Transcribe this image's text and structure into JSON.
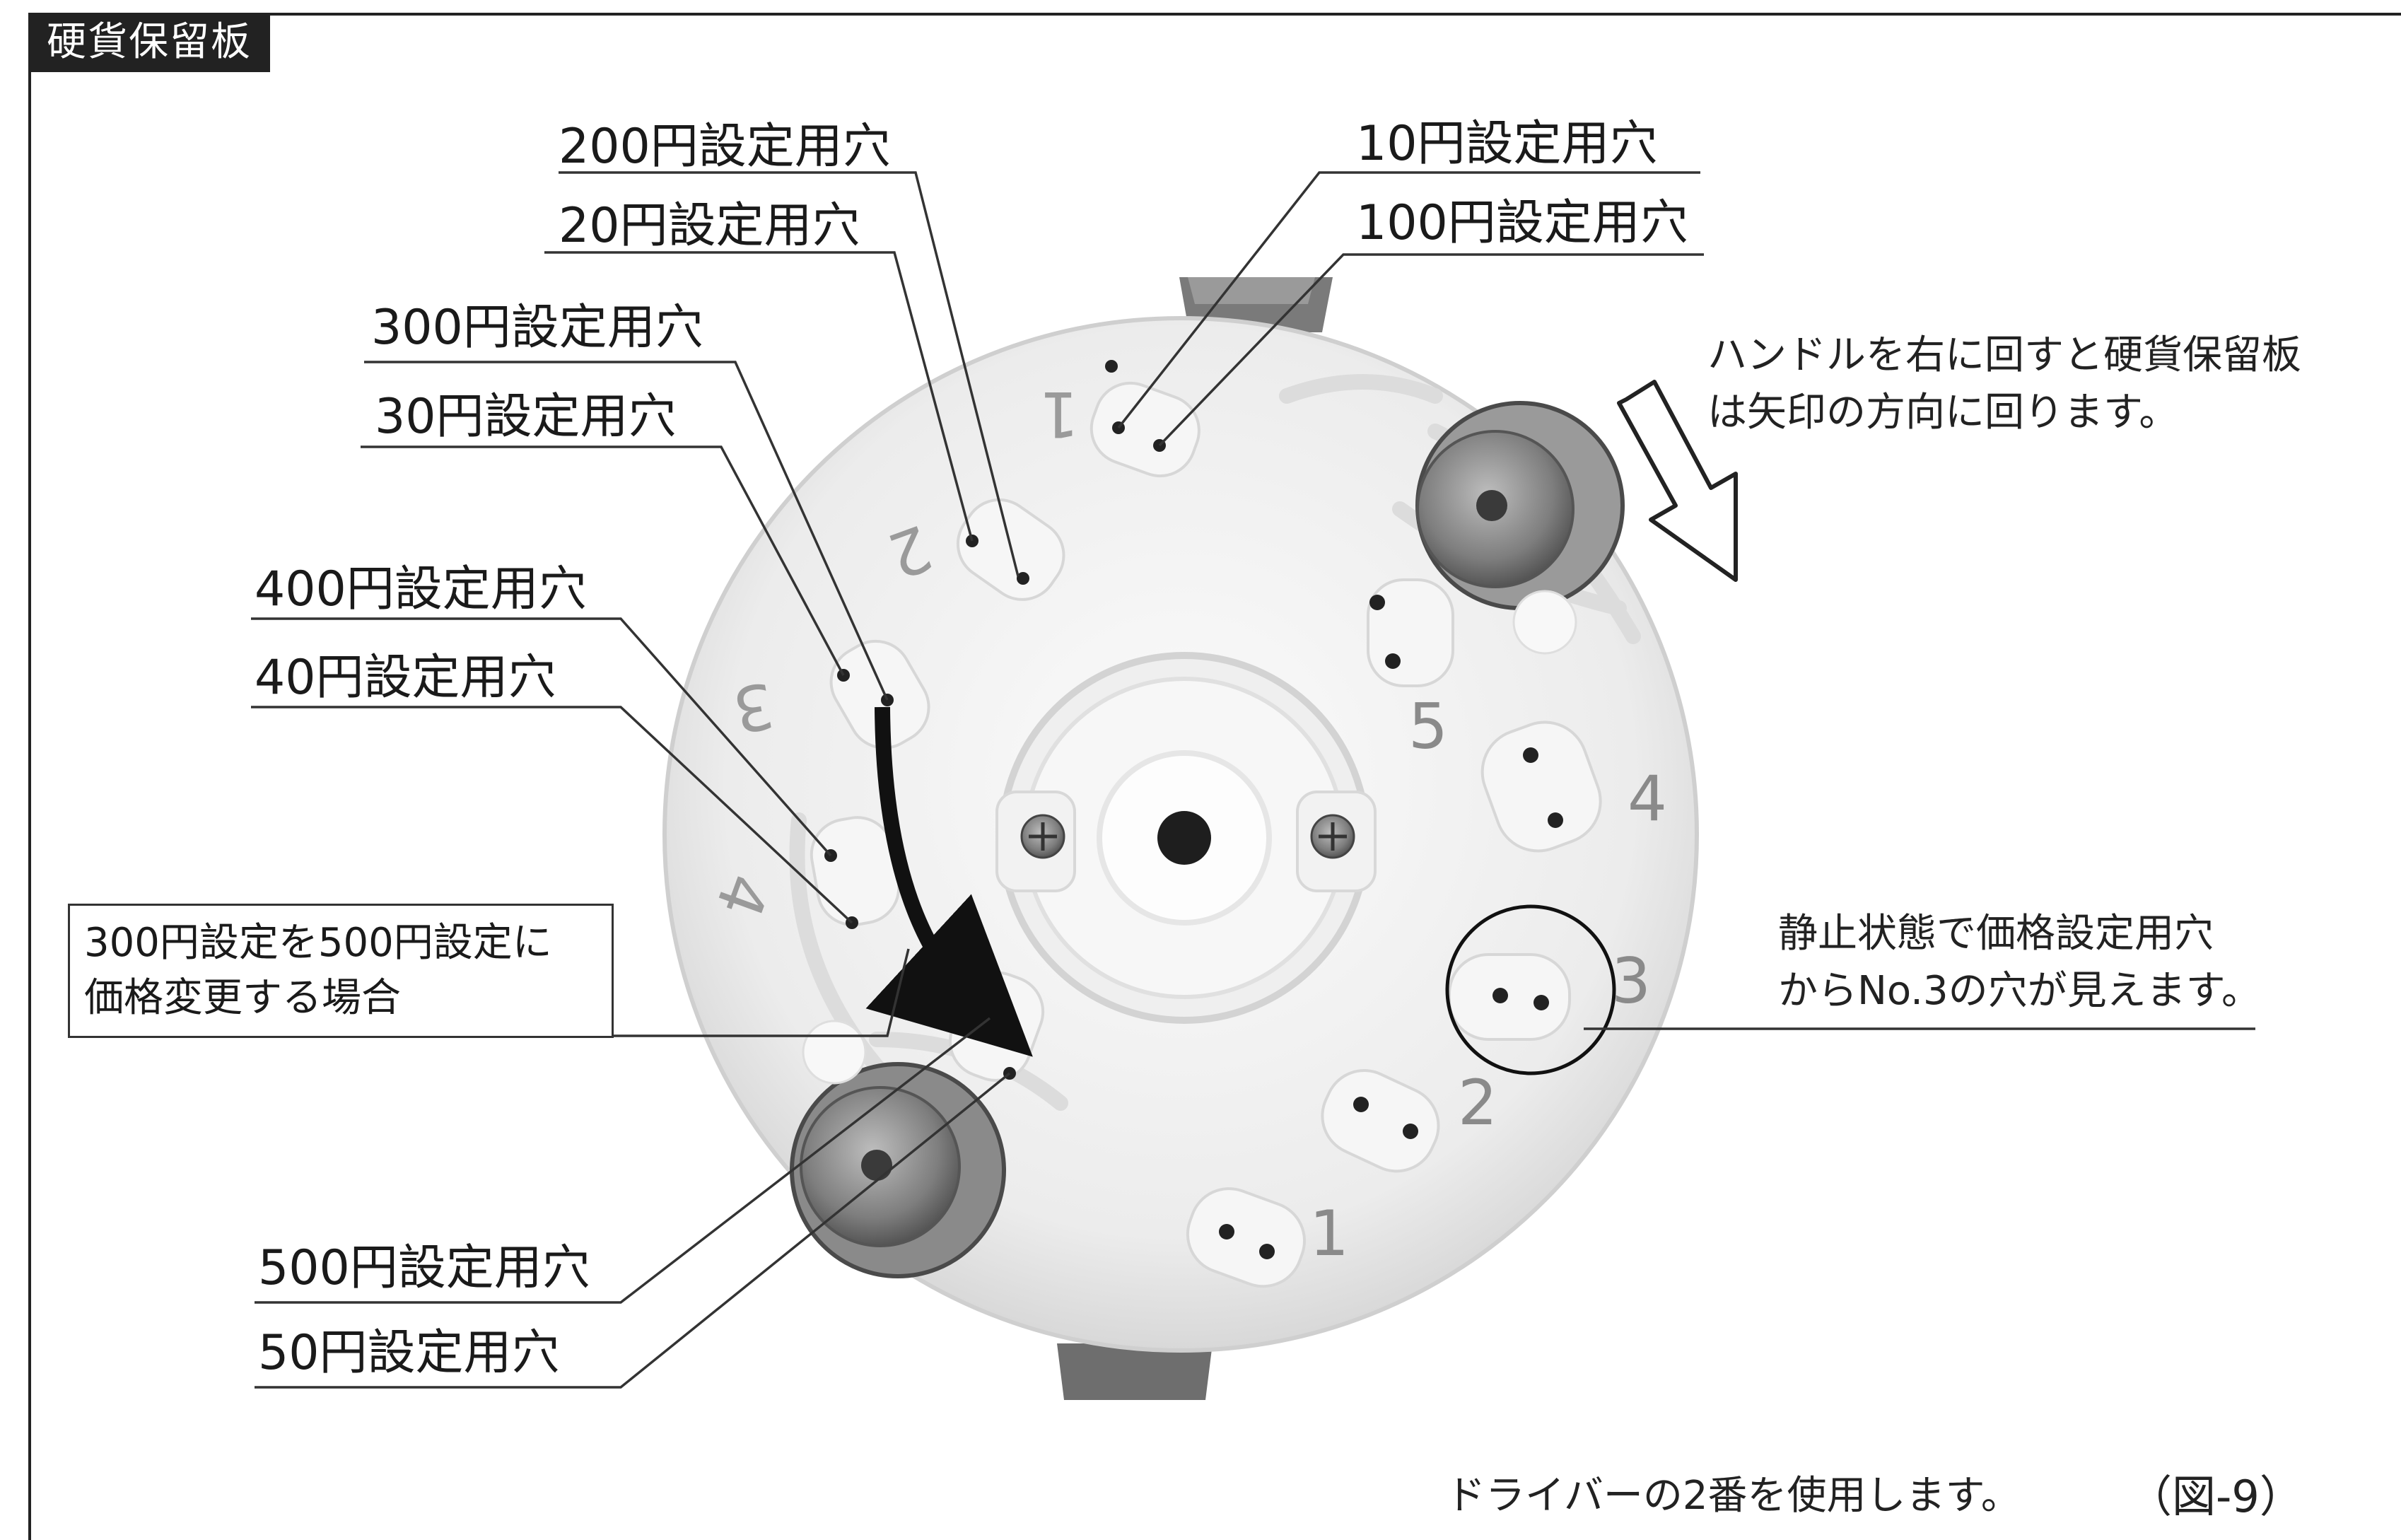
{
  "section_title": "硬貨保留板",
  "labels": {
    "yen200": "200円設定用穴",
    "yen20": "20円設定用穴",
    "yen300": "300円設定用穴",
    "yen30": "30円設定用穴",
    "yen400": "400円設定用穴",
    "yen40": "40円設定用穴",
    "yen500": "500円設定用穴",
    "yen50": "50円設定用穴",
    "yen10": "10円設定用穴",
    "yen100": "100円設定用穴"
  },
  "notes": {
    "rotation_line1": "ハンドルを右に回すと硬貨保留板",
    "rotation_line2": "は矢印の方向に回ります。",
    "price_change_line1": "300円設定を500円設定に",
    "price_change_line2": "価格変更する場合",
    "rest_state_line1": "静止状態で価格設定用穴",
    "rest_state_line2": "からNo.3の穴が見えます。",
    "driver": "ドライバーの2番を使用します。",
    "figure_number": "（図-9）"
  },
  "plate_numbers": {
    "outer": [
      "1",
      "2",
      "3",
      "4",
      "5"
    ],
    "inner": [
      "5",
      "4",
      "3",
      "2",
      "1"
    ]
  },
  "colors": {
    "plate": "#f4f4f4",
    "plate_shade": "#e2e2e2",
    "line": "#2a2a2a",
    "metal": "#8c8c8c",
    "label_bg": "#222222"
  }
}
